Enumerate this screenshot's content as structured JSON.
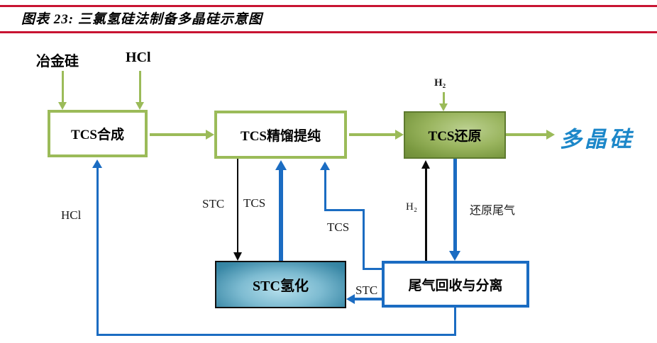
{
  "header": {
    "title": "图表 23: 三氯氢硅法制备多晶硅示意图"
  },
  "diagram": {
    "inputs": {
      "metallurgical_silicon": "冶金硅",
      "hcl_feed": "HCl"
    },
    "nodes": {
      "tcs_synthesis": "TCS合成",
      "tcs_distillation": "TCS精馏提纯",
      "tcs_reduction": "TCS还原",
      "stc_hydrogenation": "STC氢化",
      "tail_gas_recovery": "尾气回收与分离"
    },
    "output": {
      "polysilicon": "多晶硅"
    },
    "edge_labels": {
      "h2_feed": "H₂",
      "stc_down": "STC",
      "tcs_up": "TCS",
      "tcs_recycle": "TCS",
      "h2_recycle": "H₂",
      "reduction_tail_gas": "还原尾气",
      "stc_recycle": "STC",
      "hcl_recycle": "HCl"
    },
    "colors": {
      "green_line": "#9BBB59",
      "green_box_fill_dark": "#6F8D39",
      "green_box_fill_light": "#BCD191",
      "teal_box_fill_dark": "#2E7F9E",
      "teal_box_fill_light": "#B5DFEC",
      "blue_line": "#1B6CC2",
      "black_line": "#0A0A0A",
      "red_rule": "#C81432",
      "polysilicon_text": "#1C87C9"
    }
  }
}
